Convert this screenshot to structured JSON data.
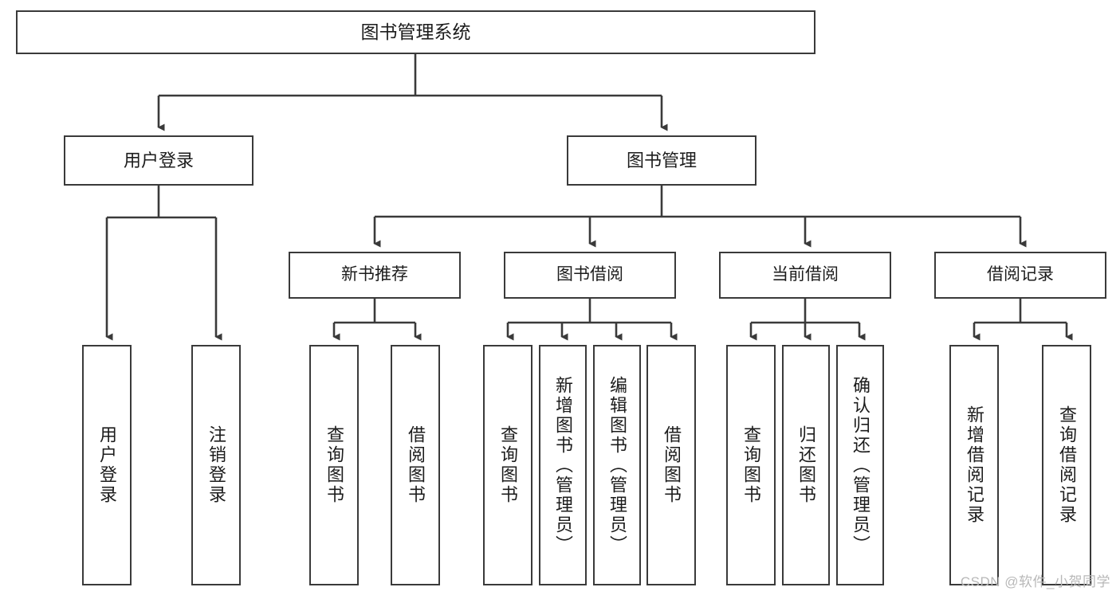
{
  "diagram": {
    "title": "图书管理系统",
    "type": "tree-hierarchy-diagram",
    "watermark": "CSDN @软件_小贺同学",
    "colors": {
      "box_border": "#3a3a3a",
      "box_fill": "#ffffff",
      "connector": "#3a3a3a",
      "text": "#1c1c1c",
      "watermark": "#b8b8b8"
    },
    "root": {
      "label": "图书管理系统"
    },
    "level1": [
      {
        "label": "用户登录"
      },
      {
        "label": "图书管理"
      }
    ],
    "level2": [
      {
        "label": "新书推荐"
      },
      {
        "label": "图书借阅"
      },
      {
        "label": "当前借阅"
      },
      {
        "label": "借阅记录"
      }
    ],
    "leaves": {
      "user_login": [
        {
          "label": "用户登录"
        },
        {
          "label": "注销登录"
        }
      ],
      "new_book_recommend": [
        {
          "label": "查询图书"
        },
        {
          "label": "借阅图书"
        }
      ],
      "book_borrow": [
        {
          "label": "查询图书"
        },
        {
          "label": "新增图书（管理员）"
        },
        {
          "label": "编辑图书（管理员）"
        },
        {
          "label": "借阅图书"
        }
      ],
      "current_borrow": [
        {
          "label": "查询图书"
        },
        {
          "label": "归还图书"
        },
        {
          "label": "确认归还（管理员）"
        }
      ],
      "borrow_record": [
        {
          "label": "新增借阅记录"
        },
        {
          "label": "查询借阅记录"
        }
      ]
    }
  }
}
